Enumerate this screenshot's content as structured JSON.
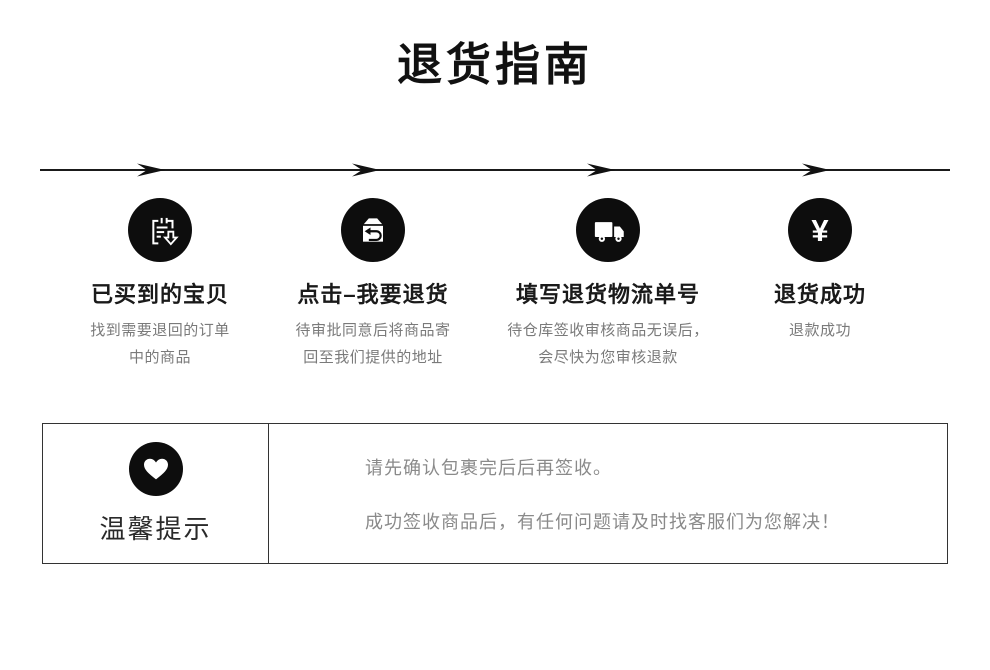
{
  "page": {
    "title": "退货指南"
  },
  "colors": {
    "icon_bg": "#0d0d0d",
    "icon_fg": "#ffffff",
    "title_text": "#111111",
    "step_title_text": "#1a1a1a",
    "step_desc_text": "#7a7a7a",
    "tips_text": "#8a8a8a",
    "box_border": "#333333",
    "timeline_line": "#1a1a1a"
  },
  "steps": [
    {
      "icon": "order-list-download-icon",
      "title": "已买到的宝贝",
      "desc": "找到需要退回的订单\n中的商品"
    },
    {
      "icon": "return-package-icon",
      "title": "点击–我要退货",
      "desc": "待审批同意后将商品寄\n回至我们提供的地址"
    },
    {
      "icon": "delivery-truck-icon",
      "title": "填写退货物流单号",
      "desc": "待仓库签收审核商品无误后，\n会尽快为您审核退款"
    },
    {
      "icon": "yuan-refund-icon",
      "title": "退货成功",
      "desc": "退款成功",
      "yen_symbol": "¥"
    }
  ],
  "tips": {
    "icon": "heart-icon",
    "label": "温馨提示",
    "lines": [
      "请先确认包裹完后后再签收。",
      "成功签收商品后，有任何问题请及时找客服们为您解决！"
    ]
  }
}
